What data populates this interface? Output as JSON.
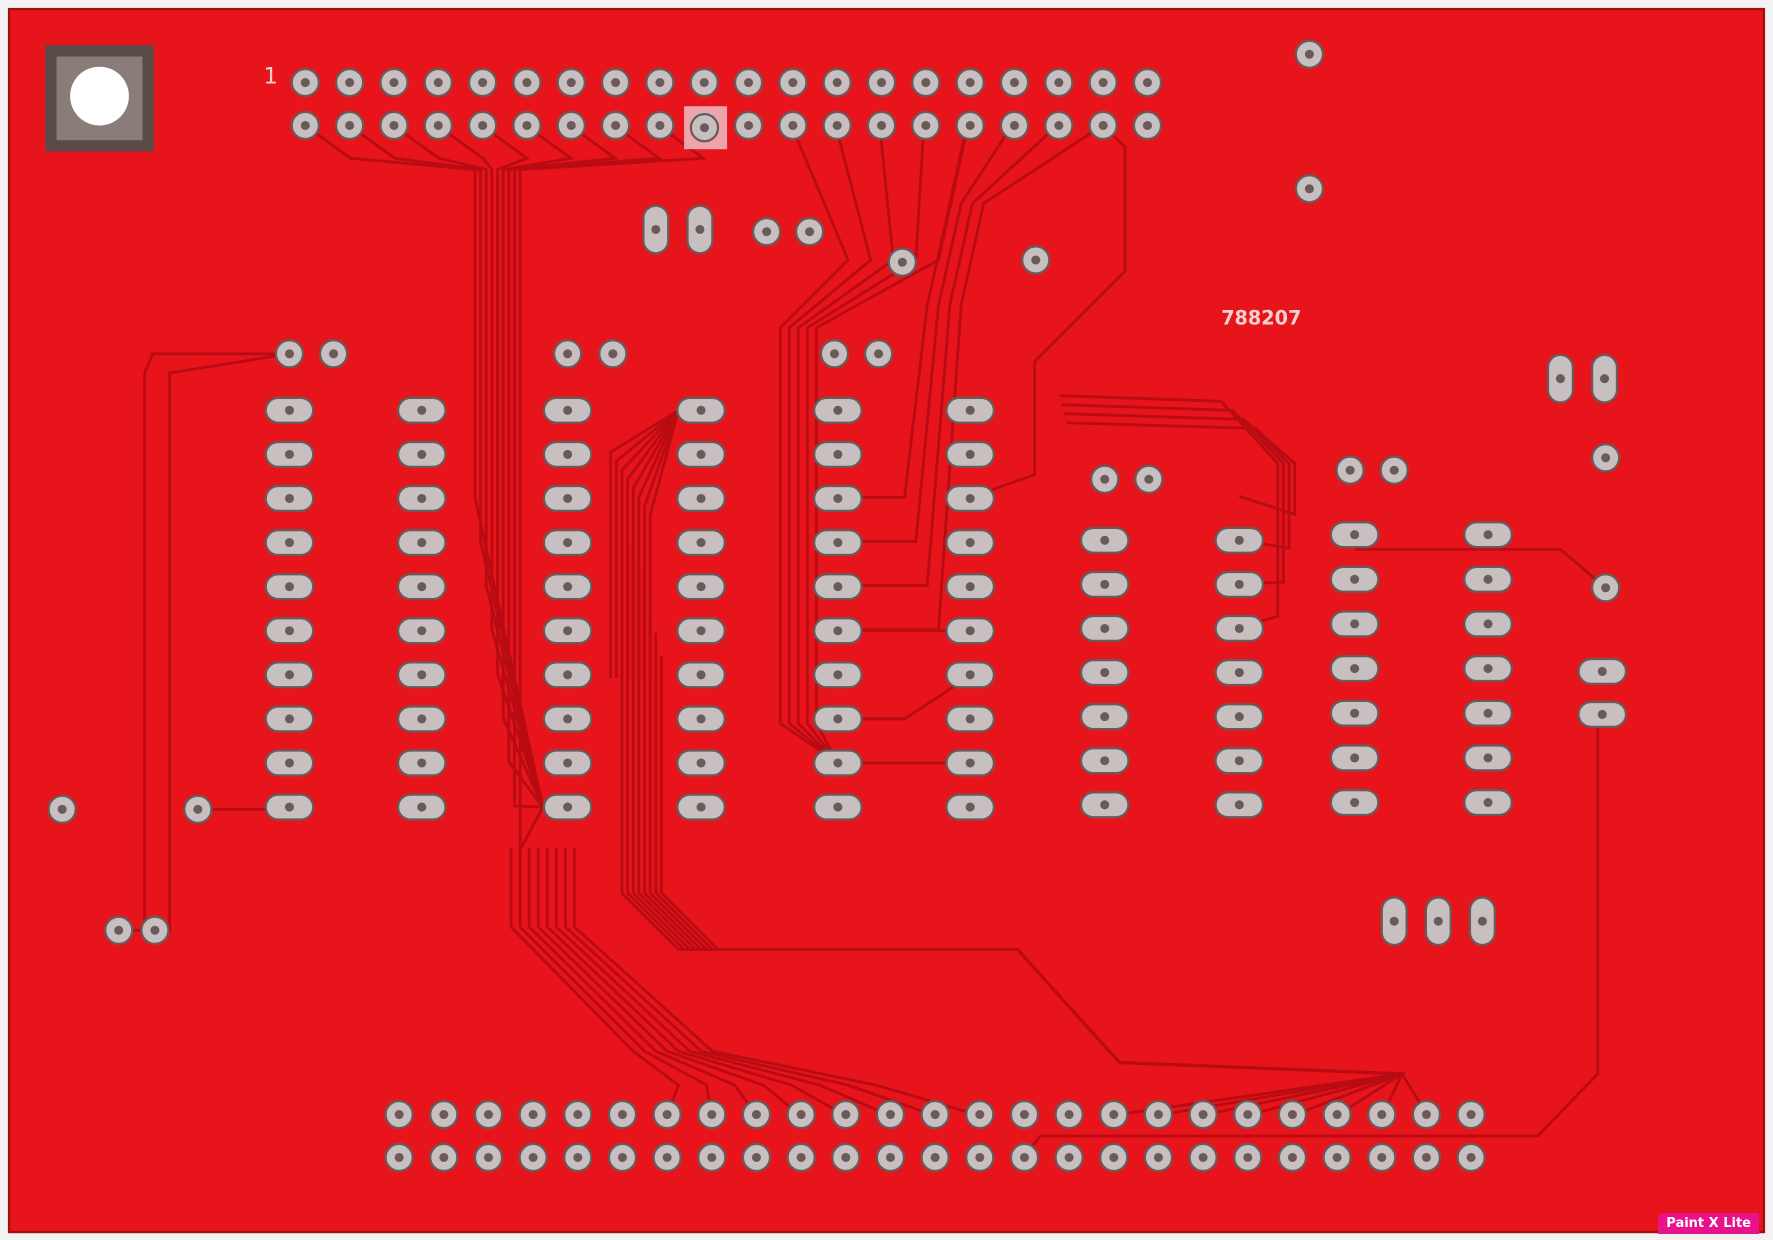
{
  "board": {
    "pin_one_marker": "1",
    "part_number": "788207",
    "colors": {
      "board": "#e8141c",
      "trace": "#b80c12",
      "pad": "#c8c0c0",
      "pad_dark": "#6a5a5a"
    }
  },
  "watermark": "Paint X Lite"
}
